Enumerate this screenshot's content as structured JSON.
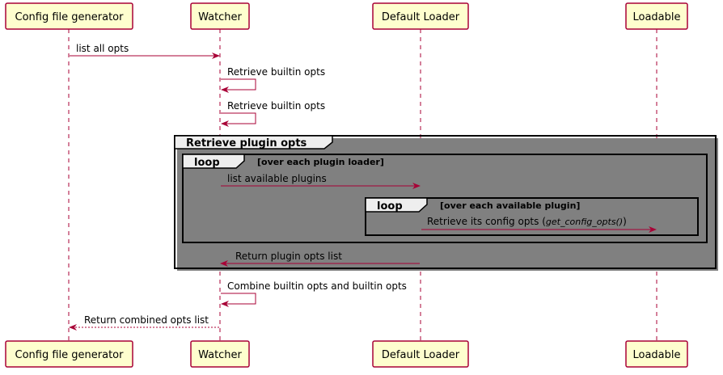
{
  "participants": {
    "config_generator": "Config file generator",
    "watcher": "Watcher",
    "default_loader": "Default Loader",
    "loadable": "Loadable"
  },
  "groups": {
    "outer": {
      "title": "Retrieve plugin opts"
    },
    "loop_loaders": {
      "title": "loop",
      "condition": "[over each plugin loader]"
    },
    "loop_plugins": {
      "title": "loop",
      "condition": "[over each available plugin]"
    }
  },
  "messages": {
    "m1": "list all opts",
    "m2": "Retrieve builtin opts",
    "m3": "Retrieve builtin opts",
    "m4": "list available plugins",
    "m5_prefix": "Retrieve its config opts (",
    "m5_code": "get_config_opts()",
    "m5_suffix": ")",
    "m6": "Return plugin opts list",
    "m7": "Combine builtin opts and builtin opts",
    "m8": "Return combined opts list"
  },
  "colors": {
    "participant_fill": "#FEFECE",
    "participant_border": "#A80036",
    "arrow": "#A80036",
    "group_fill": "#EEEEEE"
  }
}
